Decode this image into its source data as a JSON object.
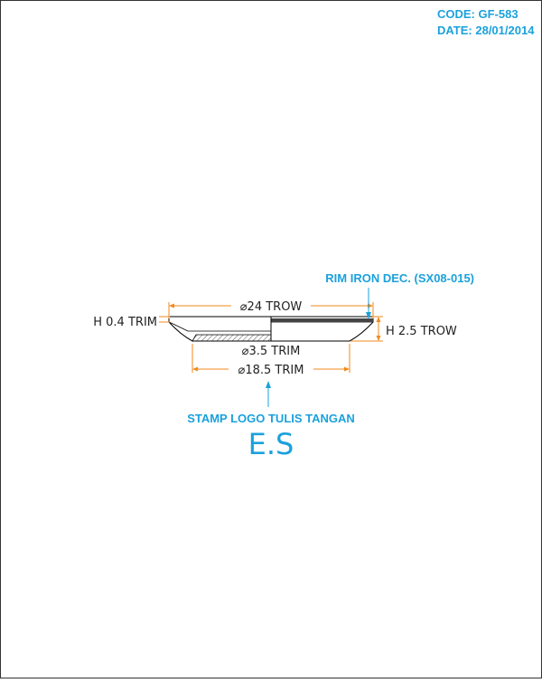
{
  "header": {
    "code": "CODE: GF-583",
    "date": "DATE: 28/01/2014"
  },
  "annotations": {
    "rim_iron": "RIM IRON DEC. (SX08-015)",
    "stamp_logo": "STAMP LOGO TULIS TANGAN",
    "logo_mark": "E.S"
  },
  "dimensions": {
    "top_diameter": "⌀24 TROW",
    "base_inner_diameter": "⌀3.5 TRIM",
    "base_diameter": "⌀18.5 TRIM",
    "rim_height": "H 0.4 TRIM",
    "total_height": "H 2.5 TROW"
  },
  "colors": {
    "annotation_blue": "#1ba1dc",
    "dimension_orange": "#f08a1c",
    "outline": "#000000",
    "rim_band": "#444444",
    "hatch": "#555555"
  }
}
